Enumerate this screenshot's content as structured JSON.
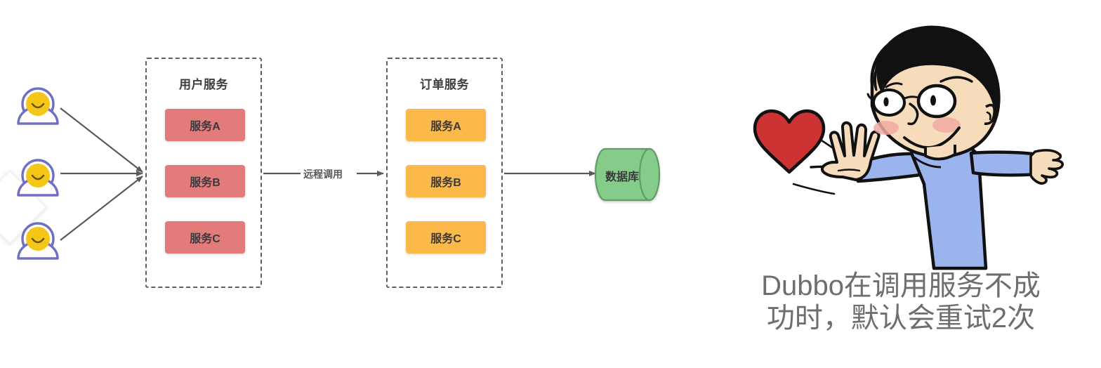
{
  "diagram": {
    "clients": [
      {
        "name": "client-1",
        "label": ""
      },
      {
        "name": "client-2",
        "label": ""
      },
      {
        "name": "client-3",
        "label": ""
      }
    ],
    "groups": [
      {
        "id": "user-service",
        "title": "用户服务",
        "color": "#e47b7b",
        "services": [
          "服务A",
          "服务B",
          "服务C"
        ]
      },
      {
        "id": "order-service",
        "title": "订单服务",
        "color": "#fbb949",
        "services": [
          "服务A",
          "服务B",
          "服务C"
        ]
      }
    ],
    "edges": [
      {
        "id": "remote-call",
        "label": "远程调用"
      },
      {
        "id": "db-write",
        "label": ""
      }
    ],
    "database": {
      "label": "数据库",
      "color": "#85cc8a",
      "border": "#5f9e63"
    },
    "colors": {
      "dashed_border": "#5e5e5e",
      "arrow": "#5a5a5a",
      "avatar_outline": "#6f6fc4",
      "avatar_face": "#f5c518"
    }
  },
  "illustration": {
    "alt": "cartoon-man-waving-with-heart",
    "colors": {
      "hair": "#111111",
      "skin": "#f7dcbc",
      "shirt": "#9bb4ee",
      "heart": "#cc3333",
      "blush": "#f0a9a0"
    }
  },
  "caption": {
    "line1": "Dubbo在调用服务不成",
    "line2": "功时，默认会重试2次",
    "color": "#6e6e6e"
  }
}
